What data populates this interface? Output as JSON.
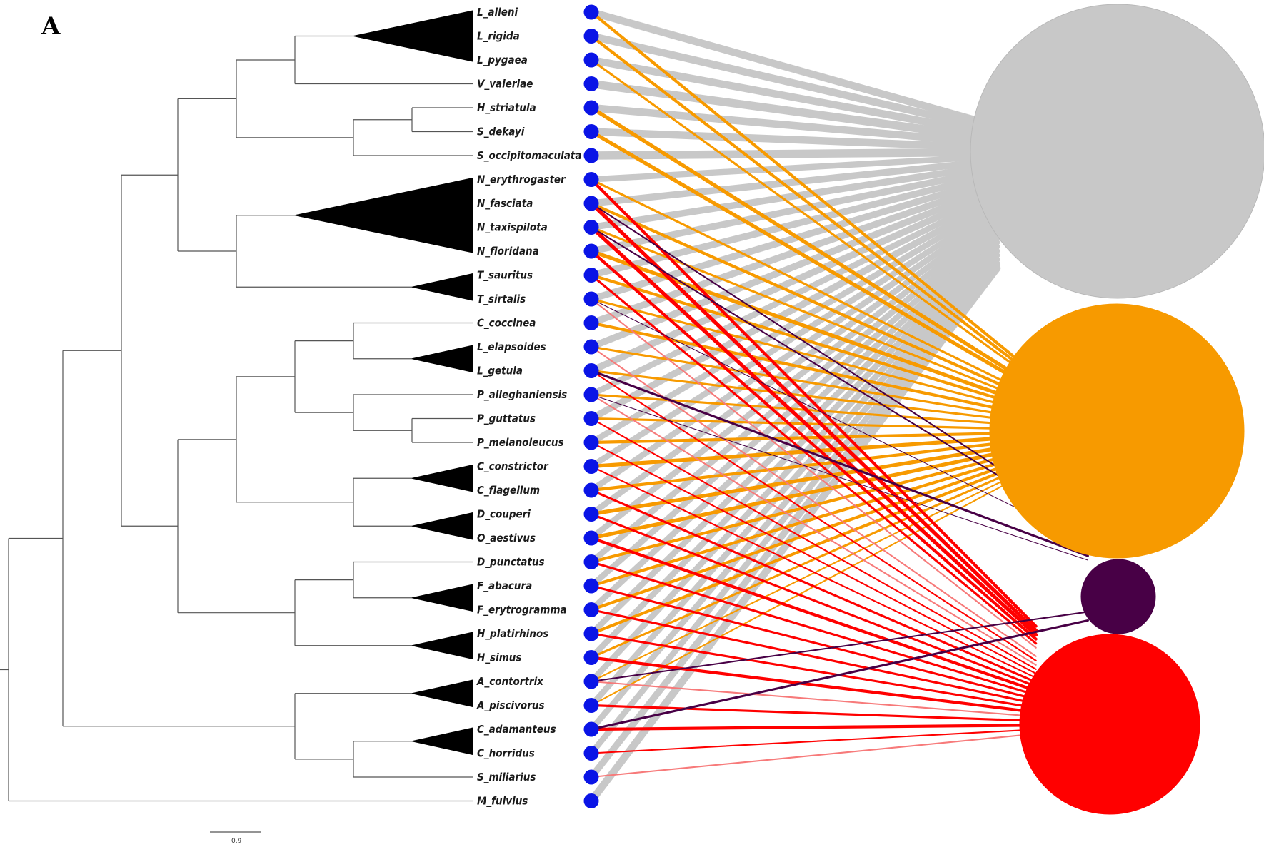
{
  "figure": {
    "panel_label": "A",
    "scale_bar_label": "0.9"
  },
  "colors": {
    "tree": "#555555",
    "tip_node": "#0a14e6",
    "group_grey": "#c8c8c8",
    "group_orange": "#f79a00",
    "group_purple": "#480046",
    "group_red": "#ff0000",
    "group_red_light": "#f77a7a"
  },
  "taxa": [
    "L_alleni",
    "L_rigida",
    "L_pygaea",
    "V_valeriae",
    "H_striatula",
    "S_dekayi",
    "S_occipitomaculata",
    "N_erythrogaster",
    "N_fasciata",
    "N_taxispilota",
    "N_floridana",
    "T_sauritus",
    "T_sirtalis",
    "C_coccinea",
    "L_elapsoides",
    "L_getula",
    "P_alleghaniensis",
    "P_guttatus",
    "P_melanoleucus",
    "C_constrictor",
    "C_flagellum",
    "D_couperi",
    "O_aestivus",
    "D_punctatus",
    "F_abacura",
    "F_erytrogramma",
    "H_platirhinos",
    "H_simus",
    "A_contortrix",
    "A_piscivorus",
    "C_adamanteus",
    "C_horridus",
    "S_miliarius",
    "M_fulvius"
  ],
  "groups": [
    {
      "id": "grey",
      "color": "#c8c8c8",
      "relative_size": 1.0
    },
    {
      "id": "orange",
      "color": "#f79a00",
      "relative_size": 0.86
    },
    {
      "id": "purple",
      "color": "#480046",
      "relative_size": 0.25
    },
    {
      "id": "red",
      "color": "#ff0000",
      "relative_size": 0.62
    }
  ],
  "links": [
    {
      "taxon": 0,
      "group": "grey",
      "weight": 10
    },
    {
      "taxon": 0,
      "group": "orange",
      "weight": 4
    },
    {
      "taxon": 1,
      "group": "grey",
      "weight": 10
    },
    {
      "taxon": 1,
      "group": "orange",
      "weight": 4
    },
    {
      "taxon": 2,
      "group": "grey",
      "weight": 10
    },
    {
      "taxon": 2,
      "group": "orange",
      "weight": 3
    },
    {
      "taxon": 3,
      "group": "grey",
      "weight": 11
    },
    {
      "taxon": 4,
      "group": "grey",
      "weight": 10
    },
    {
      "taxon": 4,
      "group": "orange",
      "weight": 5
    },
    {
      "taxon": 5,
      "group": "grey",
      "weight": 10
    },
    {
      "taxon": 5,
      "group": "orange",
      "weight": 5
    },
    {
      "taxon": 6,
      "group": "grey",
      "weight": 11
    },
    {
      "taxon": 7,
      "group": "grey",
      "weight": 8
    },
    {
      "taxon": 7,
      "group": "orange",
      "weight": 3
    },
    {
      "taxon": 7,
      "group": "red",
      "weight": 4
    },
    {
      "taxon": 8,
      "group": "grey",
      "weight": 9
    },
    {
      "taxon": 8,
      "group": "orange",
      "weight": 4
    },
    {
      "taxon": 8,
      "group": "red",
      "weight": 5
    },
    {
      "taxon": 8,
      "group": "purple",
      "weight": 2
    },
    {
      "taxon": 9,
      "group": "grey",
      "weight": 9
    },
    {
      "taxon": 9,
      "group": "orange",
      "weight": 3
    },
    {
      "taxon": 9,
      "group": "red",
      "weight": 5
    },
    {
      "taxon": 9,
      "group": "purple",
      "weight": 2
    },
    {
      "taxon": 10,
      "group": "grey",
      "weight": 9
    },
    {
      "taxon": 10,
      "group": "orange",
      "weight": 5
    },
    {
      "taxon": 10,
      "group": "red",
      "weight": 4
    },
    {
      "taxon": 11,
      "group": "grey",
      "weight": 9
    },
    {
      "taxon": 11,
      "group": "orange",
      "weight": 4
    },
    {
      "taxon": 11,
      "group": "red",
      "weight": 3
    },
    {
      "taxon": 12,
      "group": "grey",
      "weight": 9
    },
    {
      "taxon": 12,
      "group": "orange",
      "weight": 3
    },
    {
      "taxon": 12,
      "group": "red_light",
      "weight": 2
    },
    {
      "taxon": 12,
      "group": "purple",
      "weight": 1
    },
    {
      "taxon": 13,
      "group": "grey",
      "weight": 9
    },
    {
      "taxon": 13,
      "group": "orange",
      "weight": 4
    },
    {
      "taxon": 14,
      "group": "grey",
      "weight": 9
    },
    {
      "taxon": 14,
      "group": "orange",
      "weight": 3
    },
    {
      "taxon": 14,
      "group": "red_light",
      "weight": 2
    },
    {
      "taxon": 15,
      "group": "grey",
      "weight": 9
    },
    {
      "taxon": 15,
      "group": "orange",
      "weight": 3
    },
    {
      "taxon": 15,
      "group": "purple",
      "weight": 3
    },
    {
      "taxon": 15,
      "group": "red",
      "weight": 2
    },
    {
      "taxon": 16,
      "group": "grey",
      "weight": 8
    },
    {
      "taxon": 16,
      "group": "orange",
      "weight": 3
    },
    {
      "taxon": 16,
      "group": "red_light",
      "weight": 2
    },
    {
      "taxon": 16,
      "group": "purple",
      "weight": 1
    },
    {
      "taxon": 17,
      "group": "grey",
      "weight": 9
    },
    {
      "taxon": 17,
      "group": "orange",
      "weight": 3
    },
    {
      "taxon": 17,
      "group": "red",
      "weight": 2
    },
    {
      "taxon": 18,
      "group": "grey",
      "weight": 8
    },
    {
      "taxon": 18,
      "group": "orange",
      "weight": 4
    },
    {
      "taxon": 18,
      "group": "red",
      "weight": 2
    },
    {
      "taxon": 19,
      "group": "grey",
      "weight": 8
    },
    {
      "taxon": 19,
      "group": "orange",
      "weight": 5
    },
    {
      "taxon": 19,
      "group": "red",
      "weight": 2
    },
    {
      "taxon": 20,
      "group": "grey",
      "weight": 8
    },
    {
      "taxon": 20,
      "group": "orange",
      "weight": 4
    },
    {
      "taxon": 20,
      "group": "red",
      "weight": 3
    },
    {
      "taxon": 21,
      "group": "grey",
      "weight": 8
    },
    {
      "taxon": 21,
      "group": "orange",
      "weight": 5
    },
    {
      "taxon": 21,
      "group": "red",
      "weight": 3
    },
    {
      "taxon": 22,
      "group": "grey",
      "weight": 8
    },
    {
      "taxon": 22,
      "group": "orange",
      "weight": 5
    },
    {
      "taxon": 22,
      "group": "red",
      "weight": 4
    },
    {
      "taxon": 23,
      "group": "grey",
      "weight": 8
    },
    {
      "taxon": 23,
      "group": "orange",
      "weight": 4
    },
    {
      "taxon": 23,
      "group": "red",
      "weight": 3
    },
    {
      "taxon": 24,
      "group": "grey",
      "weight": 8
    },
    {
      "taxon": 24,
      "group": "orange",
      "weight": 4
    },
    {
      "taxon": 24,
      "group": "red",
      "weight": 3
    },
    {
      "taxon": 25,
      "group": "grey",
      "weight": 8
    },
    {
      "taxon": 25,
      "group": "orange",
      "weight": 4
    },
    {
      "taxon": 25,
      "group": "red",
      "weight": 3
    },
    {
      "taxon": 26,
      "group": "grey",
      "weight": 8
    },
    {
      "taxon": 26,
      "group": "orange",
      "weight": 4
    },
    {
      "taxon": 26,
      "group": "red",
      "weight": 3
    },
    {
      "taxon": 27,
      "group": "grey",
      "weight": 8
    },
    {
      "taxon": 27,
      "group": "orange",
      "weight": 3
    },
    {
      "taxon": 27,
      "group": "red",
      "weight": 4
    },
    {
      "taxon": 28,
      "group": "grey",
      "weight": 8
    },
    {
      "taxon": 28,
      "group": "orange",
      "weight": 2
    },
    {
      "taxon": 28,
      "group": "red_light",
      "weight": 2
    },
    {
      "taxon": 28,
      "group": "purple",
      "weight": 2
    },
    {
      "taxon": 29,
      "group": "grey",
      "weight": 8
    },
    {
      "taxon": 29,
      "group": "orange",
      "weight": 2
    },
    {
      "taxon": 29,
      "group": "red",
      "weight": 3
    },
    {
      "taxon": 30,
      "group": "grey",
      "weight": 8
    },
    {
      "taxon": 30,
      "group": "red",
      "weight": 4
    },
    {
      "taxon": 30,
      "group": "purple",
      "weight": 3
    },
    {
      "taxon": 31,
      "group": "grey",
      "weight": 8
    },
    {
      "taxon": 31,
      "group": "red",
      "weight": 2
    },
    {
      "taxon": 32,
      "group": "grey",
      "weight": 9
    },
    {
      "taxon": 32,
      "group": "red_light",
      "weight": 2
    },
    {
      "taxon": 33,
      "group": "grey",
      "weight": 10
    }
  ]
}
